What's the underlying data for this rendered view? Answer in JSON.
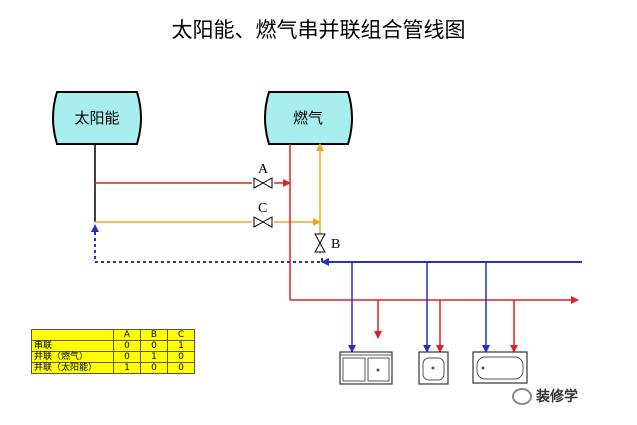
{
  "title": "太阳能、燃气串并联组合管线图",
  "tanks": {
    "solar": "太阳能",
    "gas": "燃气"
  },
  "valves": {
    "a": "A",
    "b": "B",
    "c": "C"
  },
  "table": {
    "header": [
      "",
      "A",
      "B",
      "C"
    ],
    "rows": [
      [
        "串联",
        "0",
        "0",
        "1"
      ],
      [
        "并联（燃气）",
        "0",
        "1",
        "0"
      ],
      [
        "并联（太阳能）",
        "1",
        "0",
        "0"
      ]
    ]
  },
  "watermark": "装修学",
  "colors": {
    "hot": "#e0202a",
    "cold": "#2430c8",
    "mixed": "#f0a818",
    "tank": "#a8eeee",
    "table": "#ffff00"
  },
  "icons": {
    "watermark": "wechat-icon"
  }
}
